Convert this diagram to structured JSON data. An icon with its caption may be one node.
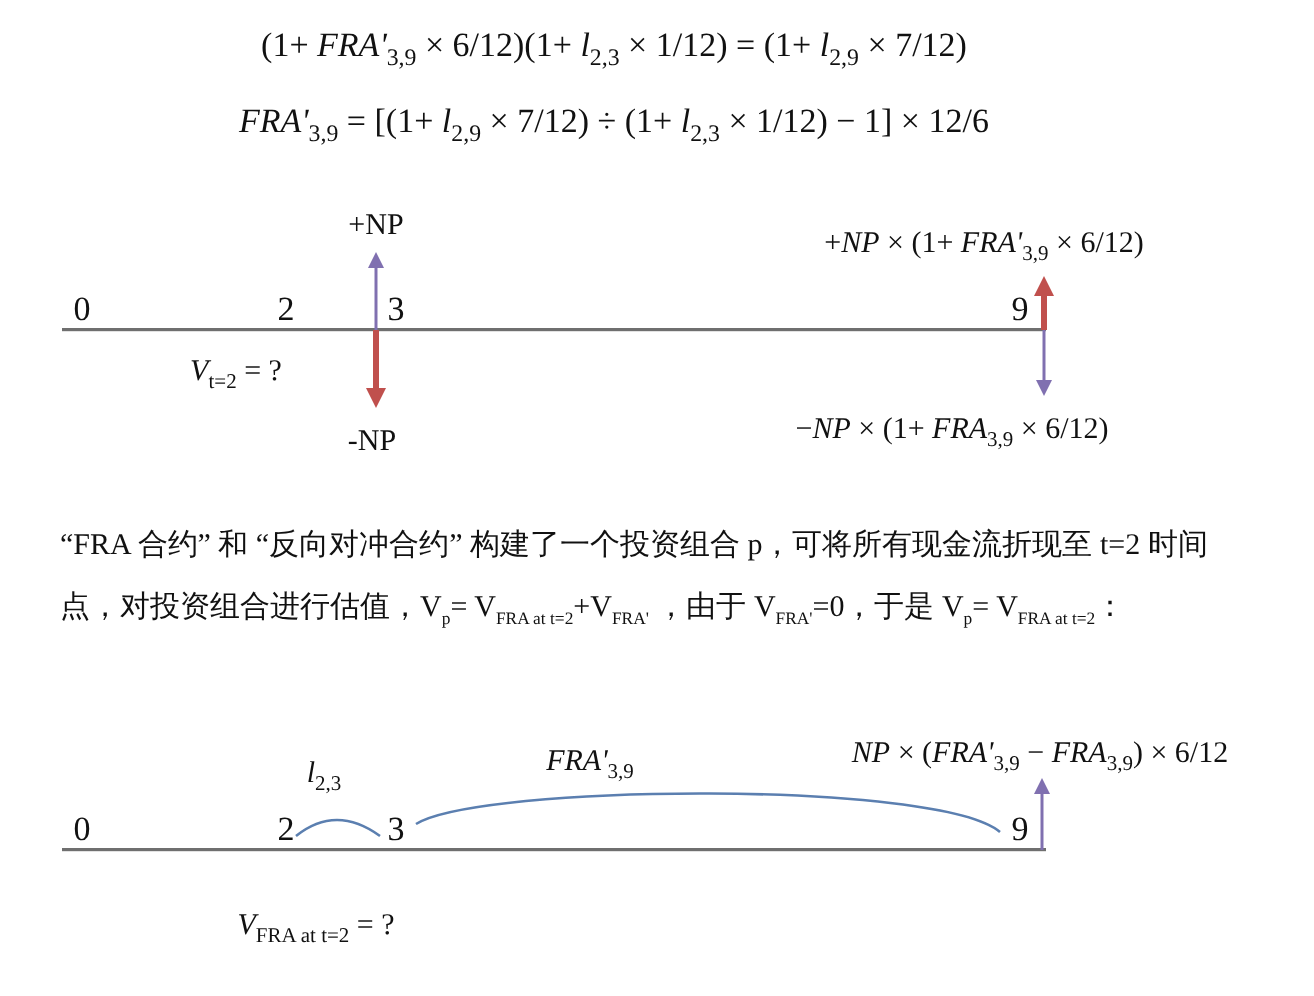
{
  "diagram": {
    "labels": [
      "(1+ *FRA'*$_{3,9}$ × 6/12)(1+ *l*$_{2,3}$ × 1/12) = (1+ *l*$_{2,9}$ × 7/12)",
      "*FRA'*$_{3,9}$ = [(1+ *l*$_{2,9}$ × 7/12) ÷ (1+ *l*$_{2,3}$ × 1/12) − 1] × 12/6",
      "+NP",
      "+*NP* × (1+ *FRA'*$_{3,9}$ × 6/12)",
      "0",
      "2",
      "3",
      "9",
      "*V*$_{t=2}$ = ?",
      "-NP",
      "−*NP* × (1+ *FRA*$_{3,9}$ × 6/12)",
      "“FRA 合约” 和 “反向对冲合约” 构建了一个投资组合 p，可将所有现金流折现至 t=2 时间点，对投资组合进行估值，V$_{p}$= V$_{FRA at t=2}$+V$_{FRA'}$ ，由于 V$_{FRA'}$=0，于是 V$_{p}$= V$_{FRA at t=2}$：",
      "*l*$_{2,3}$",
      "*FRA'*$_{3,9}$",
      "*NP* × (*FRA'*$_{3,9}$ − *FRA*$_{3,9}$) × 6/12",
      "0",
      "2",
      "3",
      "9",
      "*V*$_{FRA at t=2}$ = ?"
    ]
  }
}
